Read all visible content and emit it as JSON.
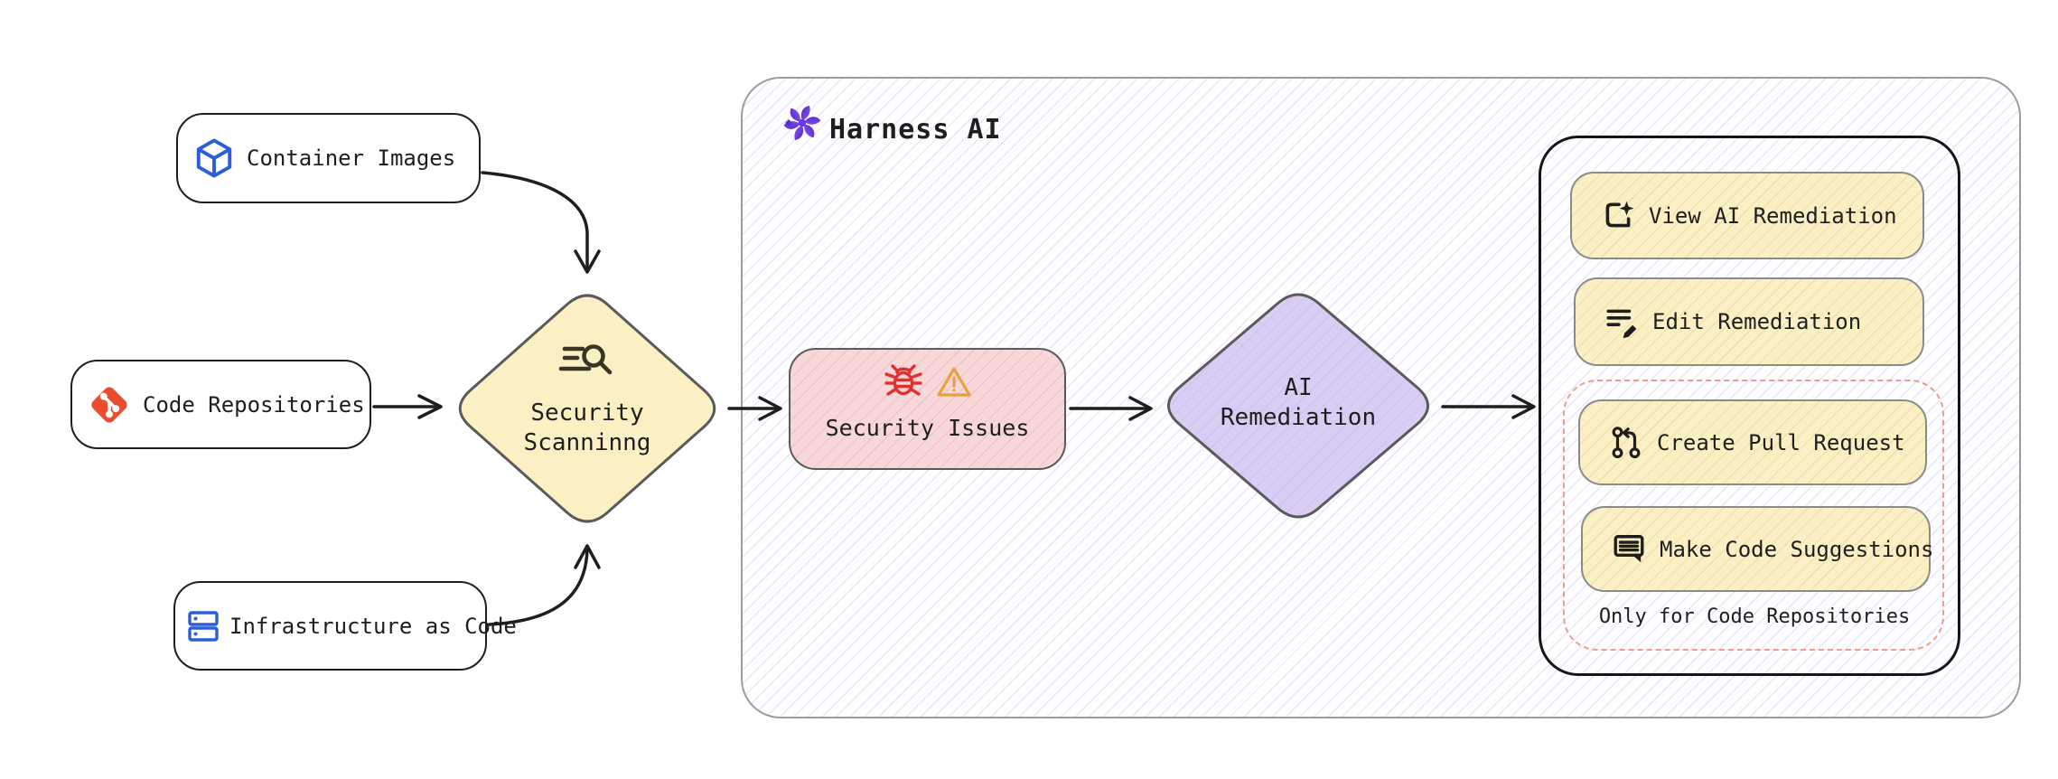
{
  "sources": [
    {
      "label": "Container Images",
      "icon": "cube-icon"
    },
    {
      "label": "Code Repositories",
      "icon": "git-icon"
    },
    {
      "label": "Infrastructure as Code",
      "icon": "server-icon"
    }
  ],
  "scanner": {
    "line1": "Security",
    "line2": "Scanninng",
    "icon": "search-list-icon"
  },
  "harness": {
    "title": "Harness AI",
    "logo": "harness-ai-logo"
  },
  "issues": {
    "label": "Security Issues",
    "icons": [
      "bug-icon",
      "warning-icon"
    ]
  },
  "remediation": {
    "line1": "AI",
    "line2": "Remediation"
  },
  "actions": {
    "view": {
      "label": "View AI Remediation",
      "icon": "document-sparkle-icon"
    },
    "edit": {
      "label": "Edit Remediation",
      "icon": "edit-lines-pencil-icon"
    },
    "create_pr": {
      "label": "Create Pull Request",
      "icon": "pull-request-icon"
    },
    "suggest": {
      "label": "Make Code Suggestions",
      "icon": "comment-lines-icon"
    },
    "note": "Only for Code Repositories"
  },
  "colors": {
    "node_yellow": "#faf0c4",
    "node_pink": "#f8d7d9",
    "node_purple": "#d9cdf3",
    "dashed_border": "#f1998e",
    "panel_hatch": "#7d73e4",
    "icon_blue": "#2b5fd9",
    "git_red": "#ea4c30",
    "bug_red": "#e03131",
    "warning_orange": "#e9a13b",
    "logo_purple": "#6b37e8",
    "stroke_dark": "#1e1e1e"
  }
}
